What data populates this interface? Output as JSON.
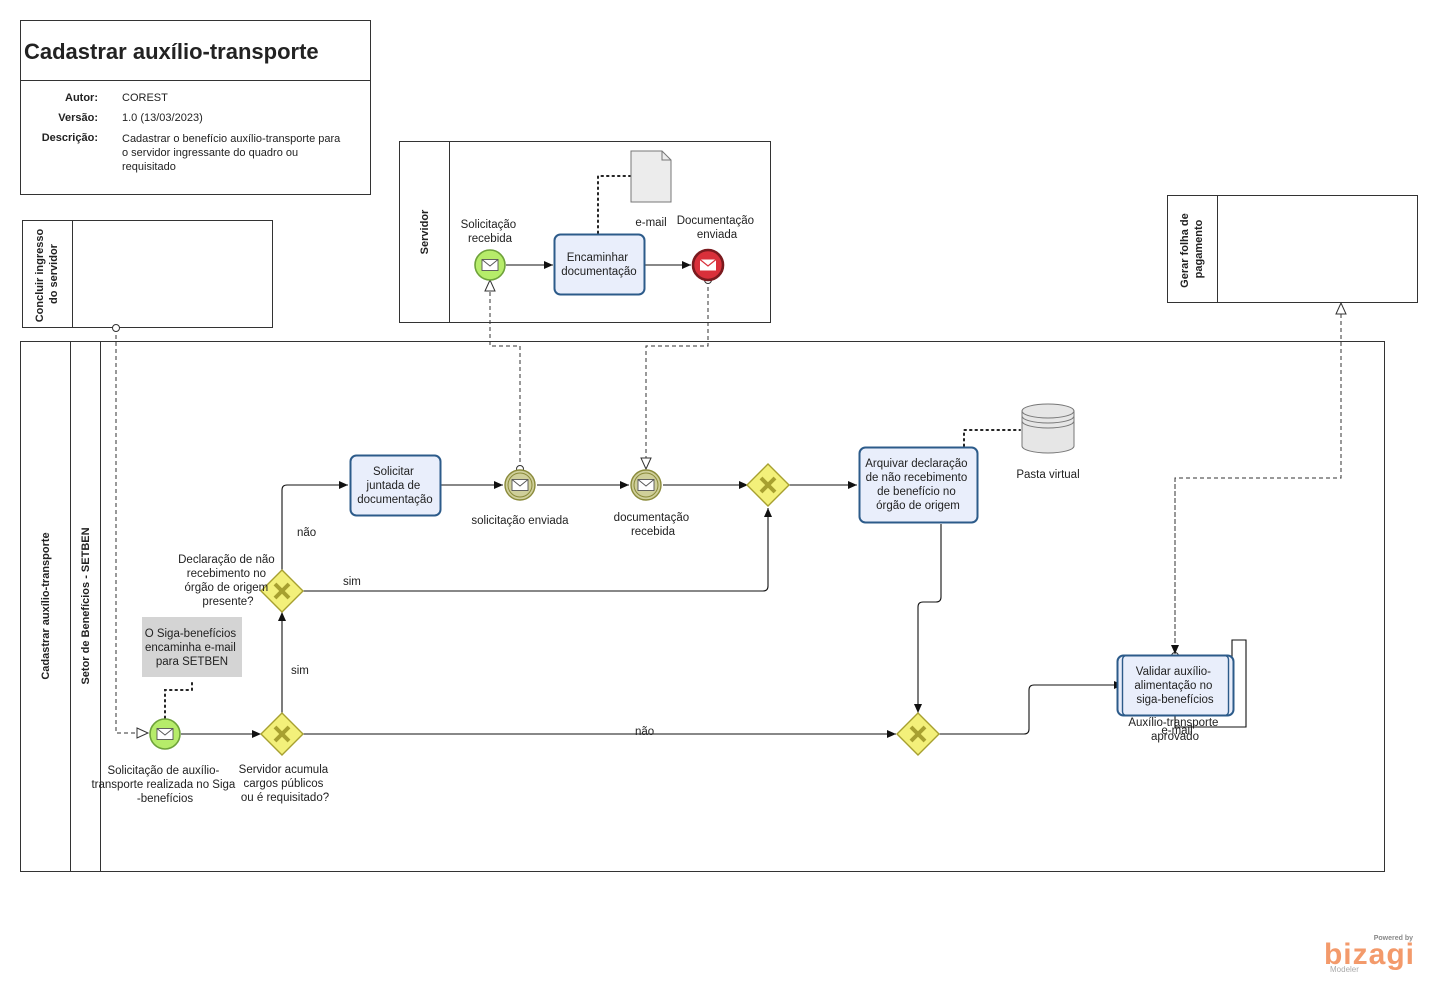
{
  "header": {
    "title": "Cadastrar auxílio-transporte",
    "fields": [
      {
        "label": "Autor:",
        "value": "COREST"
      },
      {
        "label": "Versão:",
        "value": "1.0 (13/03/2023)"
      },
      {
        "label": "Descrição:",
        "lines": [
          "Cadastrar o benefício auxílio-transporte para",
          "o servidor ingressante do quadro ou",
          "requisitado"
        ]
      }
    ]
  },
  "pools": {
    "concluir": [
      "Concluir ingresso",
      "do servidor"
    ],
    "servidor": "Servidor",
    "gerar": [
      "Gerar folha de",
      "pagamento"
    ],
    "main": "Cadastrar auxílio-transporte",
    "lane": "Setor de Benefícios - SETBEN"
  },
  "elements": {
    "sol_recebida": [
      "Solicitação",
      "recebida"
    ],
    "encaminhar": [
      "Encaminhar",
      "documentação"
    ],
    "email": "e-mail",
    "doc_enviada": [
      "Documentação",
      "enviada"
    ],
    "start_event": [
      "Solicitação de auxílio-",
      "transporte realizada no Siga",
      "-benefícios"
    ],
    "annotation": [
      "O Siga-benefícios",
      "encaminha e-mail",
      "para SETBEN"
    ],
    "gw_acumula": [
      "Servidor acumula",
      "cargos públicos",
      "ou é requisitado?"
    ],
    "gw_declaracao": [
      "Declaração de não",
      "recebimento no",
      "órgão de origem",
      "presente?"
    ],
    "solicitar": [
      "Solicitar",
      "juntada de",
      "documentação"
    ],
    "sol_enviada": "solicitação enviada",
    "doc_recebida": [
      "documentação",
      "recebida"
    ],
    "arquivar": [
      "Arquivar declaração",
      "de não recebimento",
      "de benefício no",
      "órgão de origem"
    ],
    "pasta": "Pasta virtual",
    "validar": [
      "Validar auxílio-",
      "alimentação no",
      "siga-benefícios"
    ],
    "aprovado": [
      "Auxílio-transporte",
      "aprovado"
    ],
    "email2": "e-mail"
  },
  "flow_labels": {
    "nao1": "não",
    "sim1": "sim",
    "sim2": "sim",
    "nao2": "não"
  },
  "footer": {
    "powered": "Powered by",
    "brand": "bizagi",
    "product": "Modeler"
  },
  "colors": {
    "task_fill": "#e9eefb",
    "task_stroke": "#2c5b8a",
    "gateway": "#f3f07a",
    "start_event": "#b6ec6a",
    "end_event": "#d9303a",
    "brand": "#f39a6b"
  }
}
